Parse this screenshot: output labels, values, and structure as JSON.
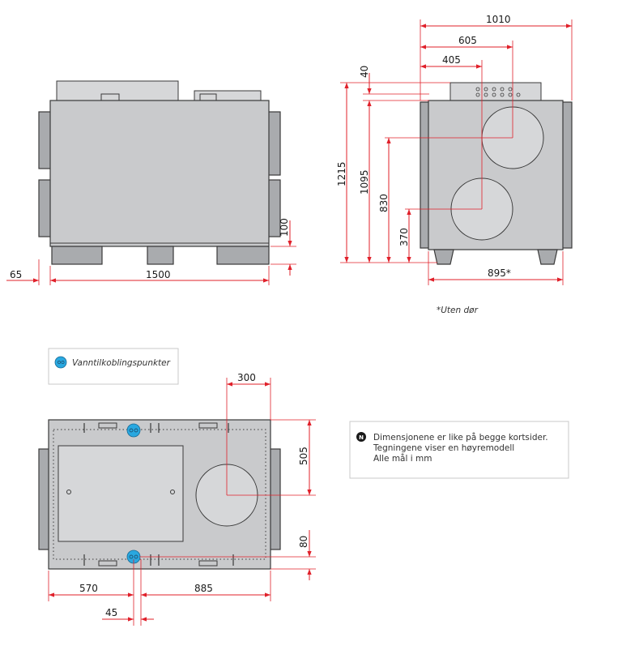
{
  "front_view": {
    "dims": {
      "left_offset": "65",
      "width": "1500",
      "foot_height": "100"
    }
  },
  "side_view": {
    "dims": {
      "total_width": "1010",
      "duct_offset_1": "605",
      "duct_offset_2": "405",
      "top_offset": "40",
      "total_height": "1215",
      "body_height": "1095",
      "duct_height_1": "830",
      "duct_height_2": "370",
      "width_without_door": "895*"
    },
    "footnote": "*Uten dør"
  },
  "legend": {
    "label": "Vanntilkoblingspunkter",
    "color": "#29a8e0"
  },
  "top_view": {
    "dims": {
      "duct_from_edge": "300",
      "duct_depth": "505",
      "connection_offset": "80",
      "width_left": "570",
      "width_right": "885",
      "pipe_spacing": "45"
    }
  },
  "info_box": {
    "lines": [
      "Dimensjonene er like på begge kortsider.",
      "Tegningene viser en høyremodell",
      "Alle mål i mm"
    ]
  },
  "colors": {
    "dimension": "#e0202a",
    "unit_fill": "#c9cacc",
    "connection_point": "#29a8e0"
  }
}
